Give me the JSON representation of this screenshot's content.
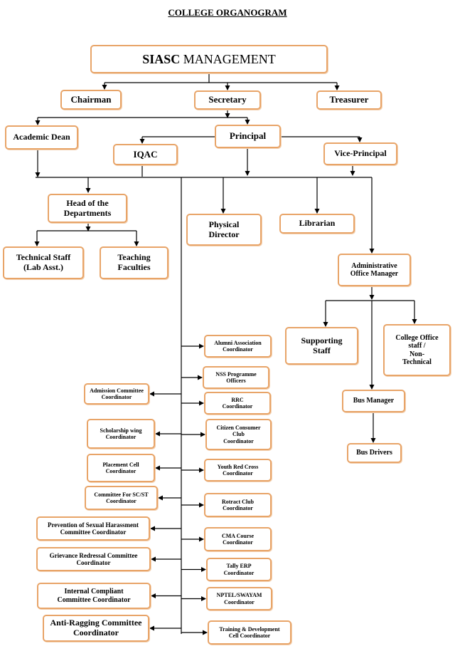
{
  "title": "COLLEGE ORGANOGRAM",
  "management": {
    "bold": "SIASC",
    "rest": " MANAGEMENT"
  },
  "nodes": {
    "chairman": "Chairman",
    "secretary": "Secretary",
    "treasurer": "Treasurer",
    "academic_dean": "Academic Dean",
    "principal": "Principal",
    "iqac": "IQAC",
    "vice_principal": "Vice-Principal",
    "hod": "Head of the\nDepartments",
    "physical_director": "Physical\nDirector",
    "librarian": "Librarian",
    "technical_staff": "Technical Staff\n(Lab Asst.)",
    "teaching_faculties": "Teaching\nFaculties",
    "admin_office_manager": "Administrative\nOffice Manager",
    "supporting_staff": "Supporting\nStaff",
    "college_office_staff": "College Office\nstaff /\nNon-\nTechnical",
    "bus_manager": "Bus Manager",
    "bus_drivers": "Bus Drivers"
  },
  "right_committees": [
    "Alumni Association\nCoordinator",
    "NSS Programme\nOfficers",
    "RRC\nCoordinator",
    "Citizen Consumer\nClub\nCoordinator",
    "Youth Red Cross\nCoordinator",
    "Rotract Club\nCoordinator",
    "CMA Course\nCoordinator",
    "Tally ERP\nCoordinator",
    "NPTEL/SWAYAM\nCoordinator",
    "Training & Development\nCell Coordinator"
  ],
  "left_committees": [
    "Admission Committee\nCoordinator",
    "Scholarship wing\nCoordinator",
    "Placement Cell\nCoordinator",
    "Committee For SC/ST\nCoordinator",
    "Prevention of Sexual Harassment\nCommittee Coordinator",
    "Grievance Redressal Committee\nCoordinator",
    "Internal Compliant\nCommittee Coordinator",
    "Anti-Ragging Committee\nCoordinator"
  ],
  "colors": {
    "box_border": "#e8a468",
    "line": "#000000"
  }
}
